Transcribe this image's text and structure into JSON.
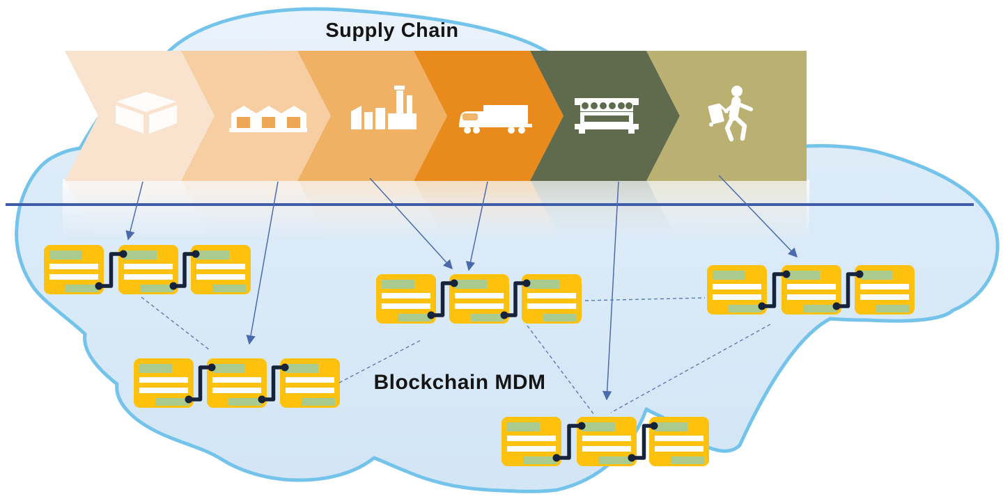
{
  "labels": {
    "supply_chain": "Supply Chain",
    "blockchain_mdm": "Blockchain MDM"
  },
  "supply_chain": {
    "stages": [
      {
        "name": "raw-material-package",
        "icon": "package-box-icon",
        "color": "#FAE3CE"
      },
      {
        "name": "warehousing",
        "icon": "warehouse-icon",
        "color": "#F6CEA1"
      },
      {
        "name": "manufacturing",
        "icon": "factory-icon",
        "color": "#F1B165"
      },
      {
        "name": "transportation",
        "icon": "truck-icon",
        "color": "#E98A1C"
      },
      {
        "name": "retail",
        "icon": "market-stand-icon",
        "color": "#5F6B4C"
      },
      {
        "name": "consumer",
        "icon": "traveler-icon",
        "color": "#B9B072"
      }
    ]
  },
  "blockchain": {
    "clusters": [
      {
        "id": "cluster-1",
        "blocks": 3
      },
      {
        "id": "cluster-2",
        "blocks": 3
      },
      {
        "id": "cluster-3",
        "blocks": 3
      },
      {
        "id": "cluster-4",
        "blocks": 3
      },
      {
        "id": "cluster-5",
        "blocks": 3
      }
    ],
    "block_style": {
      "body": "#FEC10D",
      "field": "#A9CB90",
      "text_line": "#FFFFFF",
      "chain_link": "#17233B"
    }
  },
  "colors": {
    "cloud_fill_top": "#EAF2FB",
    "cloud_fill": "#D7E8F7",
    "cloud_border": "#73C3EA",
    "divider_line": "#3E5CA8",
    "arrow": "#4A6AAD",
    "dashed_link": "#5B79B0"
  }
}
